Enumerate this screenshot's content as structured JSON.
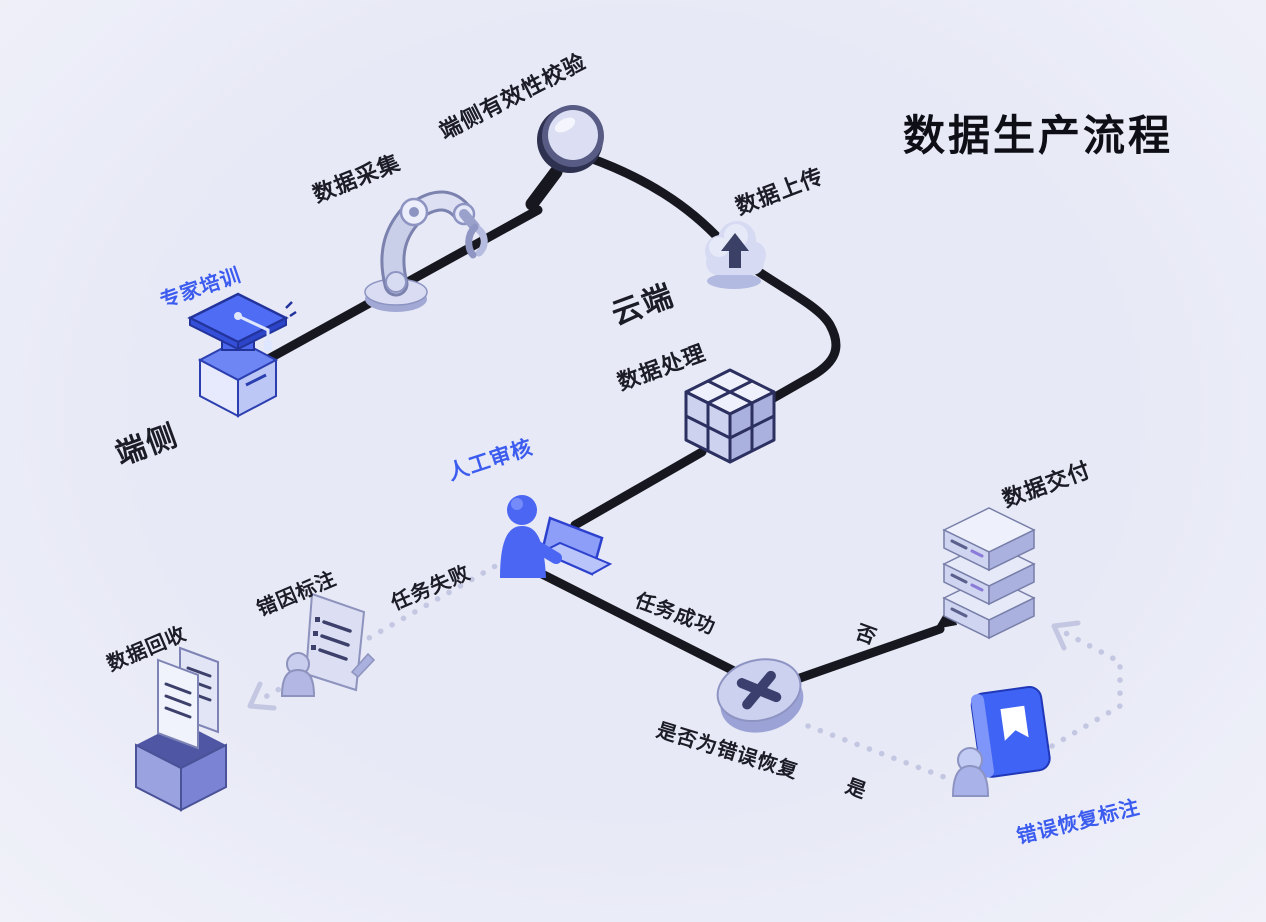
{
  "title": "数据生产流程",
  "zones": {
    "device": "端侧",
    "cloud": "云端"
  },
  "steps": {
    "expert_training": "专家培训",
    "data_collection": "数据采集",
    "device_validation": "端侧有效性校验",
    "data_upload": "数据上传",
    "data_processing": "数据处理",
    "manual_review": "人工审核",
    "error_cause_annotation": "错因标注",
    "data_recycle": "数据回收",
    "data_delivery": "数据交付",
    "error_recovery_annotation": "错误恢复标注"
  },
  "edges": {
    "task_failed": "任务失败",
    "task_success": "任务成功",
    "decision_question": "是否为错误恢复",
    "no": "否",
    "yes": "是"
  },
  "icons": {
    "expert_training": "graduation-cap-icon",
    "data_collection": "robot-arm-icon",
    "device_validation": "magnifier-icon",
    "data_upload": "cloud-upload-icon",
    "data_processing": "cube-icon",
    "manual_review": "person-laptop-icon",
    "error_cause_annotation": "person-document-icon",
    "data_recycle": "box-documents-icon",
    "decision": "x-ellipse-icon",
    "data_delivery": "server-stack-icon",
    "error_recovery_annotation": "person-book-icon"
  },
  "colors": {
    "background": "#e9eaf6",
    "flow_line": "#17181f",
    "dotted_line": "#c3c7e2",
    "accent_blue": "#3c5cf0",
    "text": "#1b1c26",
    "icon_lavender": "#cdd2ef",
    "icon_blue": "#4a66f2"
  }
}
